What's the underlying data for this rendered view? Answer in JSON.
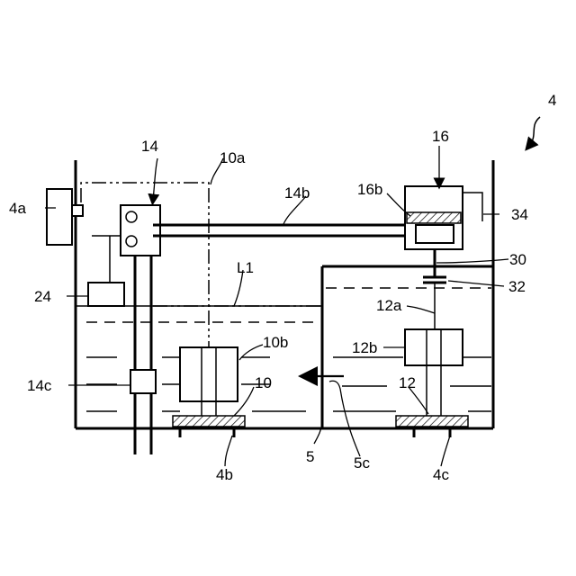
{
  "labels": {
    "l4": "4",
    "l16": "16",
    "l14": "14",
    "l10a": "10a",
    "l4a": "4a",
    "l16b": "16b",
    "l14b": "14b",
    "l34": "34",
    "l30": "30",
    "lL1": "L1",
    "l24": "24",
    "l32": "32",
    "l12a": "12a",
    "l10b": "10b",
    "l12b": "12b",
    "l14c": "14c",
    "l10": "10",
    "l12": "12",
    "l5": "5",
    "l5c": "5c",
    "l4b": "4b",
    "l4c": "4c"
  }
}
